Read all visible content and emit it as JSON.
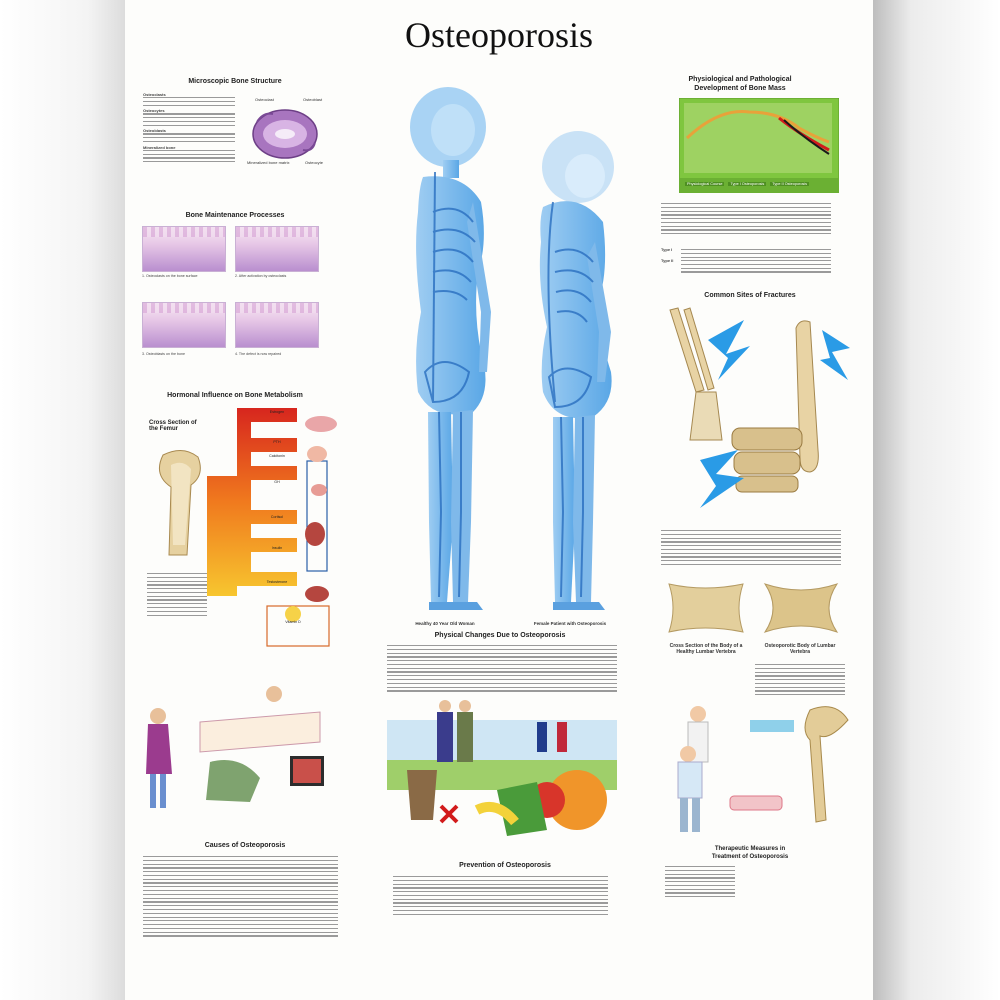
{
  "title": "Osteoporosis",
  "sections": {
    "microscopic": {
      "title": "Microscopic Bone Structure",
      "labels": [
        "Osteoclast",
        "Osteoblast",
        "Mineralized bone matrix",
        "Osteocyte"
      ],
      "terms": [
        "Osteoclasts",
        "Osteocytes",
        "Osteoblasts",
        "Mineralized bone"
      ]
    },
    "maintenance": {
      "title": "Bone Maintenance Processes",
      "captions": [
        "1. Osteoclasts on the bone surface",
        "2. After activation by osteoclasts",
        "3. Osteoblasts on the bone",
        "4. The defect is now repaired"
      ]
    },
    "hormonal": {
      "title": "Hormonal Influence on Bone Metabolism",
      "femur_label": "Cross Section of the Femur",
      "hormones": [
        "Estrogen",
        "PTH",
        "Calcitonin",
        "GH",
        "Cortisol",
        "Insulin",
        "Testosterone",
        "Vitamin D"
      ]
    },
    "figures": {
      "left_caption": "Healthy 40 Year Old Woman",
      "right_caption": "Female Patient with Osteoporosis"
    },
    "physical": {
      "title": "Physical Changes Due to Osteoporosis"
    },
    "bone_mass": {
      "title_line1": "Physiological and Pathological",
      "title_line2": "Development of Bone Mass",
      "legend": [
        "Physiological Course",
        "Type I Osteoporosis",
        "Type II Osteoporosis"
      ],
      "type_terms": [
        "Type I",
        "Type II"
      ],
      "colors": {
        "bg": "#7fc63f",
        "healthy": "#e8a23a",
        "type1": "#d21b1b",
        "type2": "#1a1a1a"
      }
    },
    "fractures": {
      "title": "Common Sites of Fractures"
    },
    "vertebrae": {
      "healthy_caption": "Cross Section of the Body of a Healthy Lumbar Vertebra",
      "osteo_caption": "Osteoporotic Body of Lumbar Vertebra"
    },
    "causes": {
      "title": "Causes of Osteoporosis"
    },
    "prevention": {
      "title": "Prevention of Osteoporosis"
    },
    "therapy": {
      "title_line1": "Therapeutic Measures in",
      "title_line2": "Treatment of Osteoporosis"
    }
  }
}
